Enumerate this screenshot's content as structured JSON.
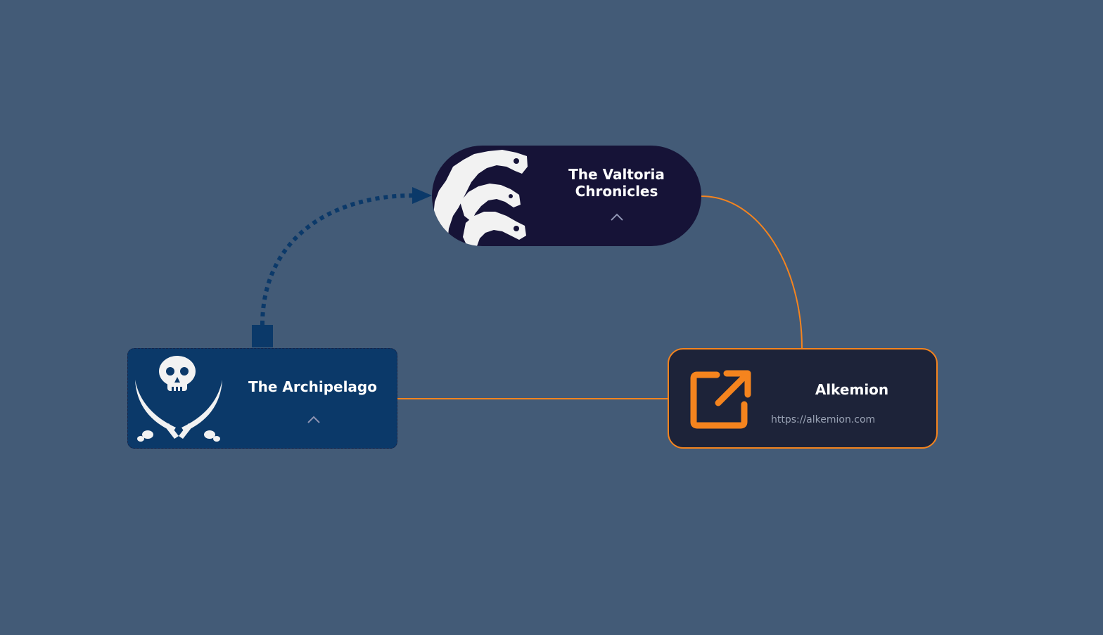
{
  "colors": {
    "background": "#435b77",
    "edge_orange": "#f5841e",
    "edge_dashed_blue": "#0b3969",
    "node_valtoria_bg": "#161337",
    "node_archipelago_bg": "#0b3969",
    "node_alkemion_bg": "#1d2339",
    "icon_white": "#f2f2f2",
    "chevron": "#8e93b2"
  },
  "nodes": {
    "valtoria": {
      "title": "The Valtoria Chronicles",
      "icon": "hydra-icon"
    },
    "archipelago": {
      "title": "The Archipelago",
      "icon": "jolly-roger-icon"
    },
    "alkemion": {
      "title": "Alkemion",
      "url": "https://alkemion.com",
      "icon": "external-link-icon"
    }
  },
  "edges": [
    {
      "from": "archipelago",
      "to": "valtoria",
      "style": "dashed",
      "directed": true
    },
    {
      "from": "valtoria",
      "to": "alkemion",
      "style": "solid",
      "directed": false
    },
    {
      "from": "archipelago",
      "to": "alkemion",
      "style": "solid",
      "directed": false
    }
  ]
}
